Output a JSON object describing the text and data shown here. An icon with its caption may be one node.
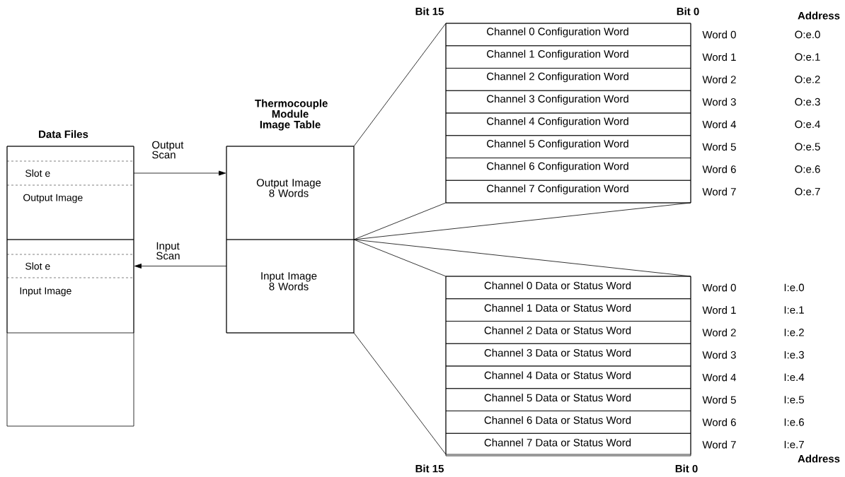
{
  "diagram": {
    "nodes": [
      {
        "text": [
          "Data Files"
        ]
      },
      {
        "text": [
          "Output Image"
        ],
        "in": 0
      },
      {
        "text": [
          "Slot e"
        ],
        "in": 1
      },
      {
        "text": [
          "Input Image"
        ],
        "in": 0
      },
      {
        "text": [
          "Slot e"
        ],
        "in": 3
      },
      {
        "text": [
          "Thermocouple Module Image Table"
        ]
      },
      {
        "text": [
          "Output Image 8 Words"
        ],
        "in": 5
      },
      {
        "text": [
          "Input Image 8 Words"
        ],
        "in": 5
      },
      {
        "text": [],
        "shape": "box"
      },
      {
        "text": [
          "Channel 0 Configuration Word"
        ],
        "in": 8,
        "beside": [
          "Word 0"
        ]
      },
      {
        "text": [
          "Channel 1 Configuration Word"
        ],
        "in": 8,
        "beside": [
          "Word 1"
        ]
      },
      {
        "text": [
          "Channel 2 Configuration Word"
        ],
        "in": 8,
        "beside": [
          "Word 2"
        ]
      },
      {
        "text": [
          "Channel 3 Configuration Word"
        ],
        "in": 8,
        "beside": [
          "Word 3"
        ]
      },
      {
        "text": [
          "Channel 4 Configuration Word"
        ],
        "in": 8,
        "beside": [
          "Word 4"
        ]
      },
      {
        "text": [
          "Channel 5 Configuration Word"
        ],
        "in": 8,
        "beside": [
          "Word 5"
        ]
      },
      {
        "text": [
          "Channel 6 Configuration Word"
        ],
        "in": 8,
        "beside": [
          "Word 6"
        ]
      },
      {
        "text": [
          "Channel 7 Configuration Word"
        ],
        "in": 8,
        "beside": [
          "Word 7"
        ]
      },
      {
        "text": [],
        "shape": "box"
      },
      {
        "text": [
          "Channel 0 Data or Status Word"
        ],
        "in": 17,
        "beside": [
          "Word 0"
        ]
      },
      {
        "text": [
          "Channel 1 Data or Status Word"
        ],
        "in": 17,
        "beside": [
          "Word 1"
        ]
      },
      {
        "text": [
          "Channel 2 Data or Status Word"
        ],
        "in": 17,
        "beside": [
          "Word 2"
        ]
      },
      {
        "text": [
          "Channel 3 Data or Status Word"
        ],
        "in": 17,
        "beside": [
          "Word 3"
        ]
      },
      {
        "text": [
          "Channel 4 Data or Status Word"
        ],
        "in": 17,
        "beside": [
          "Word 4"
        ]
      },
      {
        "text": [
          "Channel 5 Data or Status Word"
        ],
        "in": 17,
        "beside": [
          "Word 5"
        ]
      },
      {
        "text": [
          "Channel 6 Data or Status Word"
        ],
        "in": 17,
        "beside": [
          "Word 6"
        ]
      },
      {
        "text": [
          "Channel 7 Data or Status Word"
        ],
        "in": 17,
        "beside": [
          "Word 7"
        ]
      }
    ],
    "edges": [
      {
        "from": 2,
        "to": 6,
        "arrow": "to",
        "label": "Output Scan"
      },
      {
        "from": 7,
        "to": 4,
        "arrow": "to",
        "label": "Input Scan"
      },
      {
        "from": 6,
        "to": 8,
        "arrow": "none"
      },
      {
        "from": 6,
        "to": 8,
        "arrow": "none"
      },
      {
        "from": 6,
        "to": 8,
        "arrow": "none"
      },
      {
        "from": 7,
        "to": 17,
        "arrow": "none"
      },
      {
        "from": 7,
        "to": 17,
        "arrow": "none"
      },
      {
        "from": 7,
        "to": 17,
        "arrow": "none"
      }
    ],
    "labels": [
      "Bit 15",
      "Bit 0",
      "Address",
      "O:e.0",
      "O:e.1",
      "O:e.2",
      "O:e.3",
      "O:e.4",
      "O:e.5",
      "O:e.6",
      "O:e.7",
      "I:e.0",
      "I:e.1",
      "I:e.2",
      "I:e.3",
      "I:e.4",
      "I:e.5",
      "I:e.6",
      "I:e.7",
      "Address",
      "Bit 15",
      "Bit 0"
    ]
  }
}
